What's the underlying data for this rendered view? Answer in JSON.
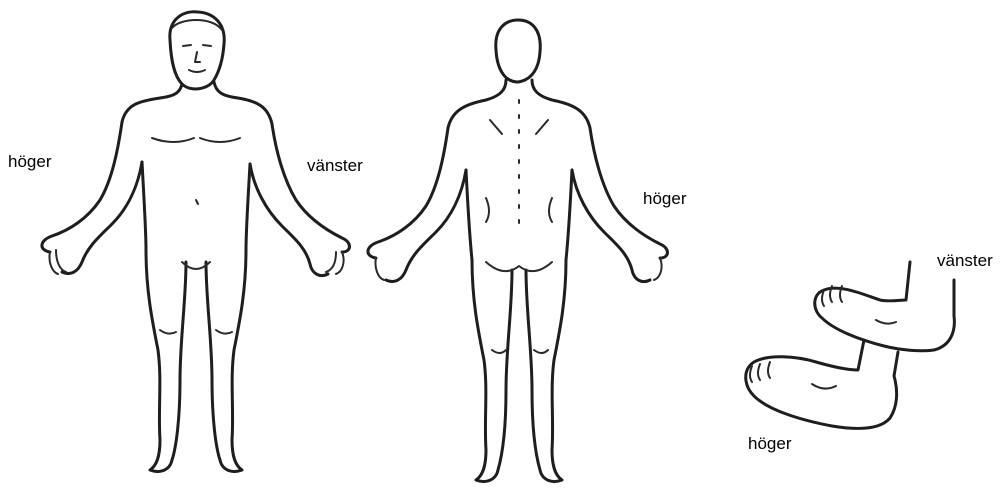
{
  "labels": {
    "front_right": "höger",
    "front_left": "vänster",
    "back_right": "höger",
    "feet_left": "vänster",
    "feet_right": "höger"
  },
  "colors": {
    "ink": "#1e1e1e",
    "background": "#ffffff"
  }
}
